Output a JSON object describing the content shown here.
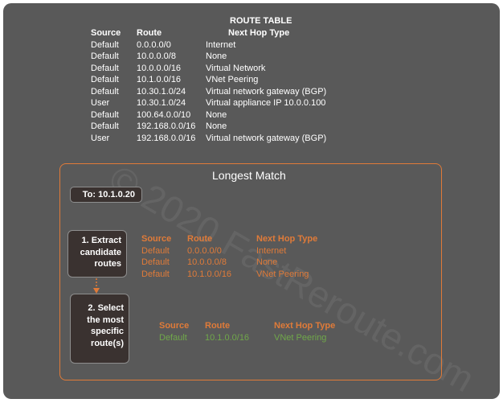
{
  "route_table": {
    "title": "ROUTE TABLE",
    "headers": [
      "Source",
      "Route",
      "Next Hop Type"
    ],
    "rows": [
      [
        "Default",
        "0.0.0.0/0",
        "Internet"
      ],
      [
        "Default",
        "10.0.0.0/8",
        "None"
      ],
      [
        "Default",
        "10.0.0.0/16",
        "Virtual Network"
      ],
      [
        "Default",
        "10.1.0.0/16",
        "VNet Peering"
      ],
      [
        "Default",
        "10.30.1.0/24",
        "Virtual network gateway (BGP)"
      ],
      [
        "User",
        "10.30.1.0/24",
        "Virtual appliance IP 10.0.0.100"
      ],
      [
        "Default",
        "100.64.0.0/10",
        "None"
      ],
      [
        "Default",
        "192.168.0.0/16",
        "None"
      ],
      [
        "User",
        "192.168.0.0/16",
        "Virtual network gateway (BGP)"
      ]
    ]
  },
  "longest_match": {
    "title": "Longest Match",
    "destination": "To: 10.1.0.20",
    "step1": {
      "lines": [
        "1. Extract",
        "candidate",
        "routes"
      ]
    },
    "step2": {
      "lines": [
        "2. Select",
        "the most",
        "specific",
        "route(s)"
      ]
    },
    "candidates": {
      "headers": [
        "Source",
        "Route",
        "Next Hop Type"
      ],
      "rows": [
        [
          "Default",
          "0.0.0.0/0",
          "Internet"
        ],
        [
          "Default",
          "10.0.0.0/8",
          "None"
        ],
        [
          "Default",
          "10.1.0.0/16",
          "VNet Peering"
        ]
      ]
    },
    "selected": {
      "headers": [
        "Source",
        "Route",
        "Next Hop Type"
      ],
      "rows": [
        [
          "Default",
          "10.1.0.0/16",
          "VNet Peering"
        ]
      ]
    }
  },
  "watermark": "© 2020 FastReroute.com",
  "colors": {
    "background": "#595959",
    "accent": "#e07b39",
    "selected": "#70a84a",
    "box": "#3a3230"
  }
}
